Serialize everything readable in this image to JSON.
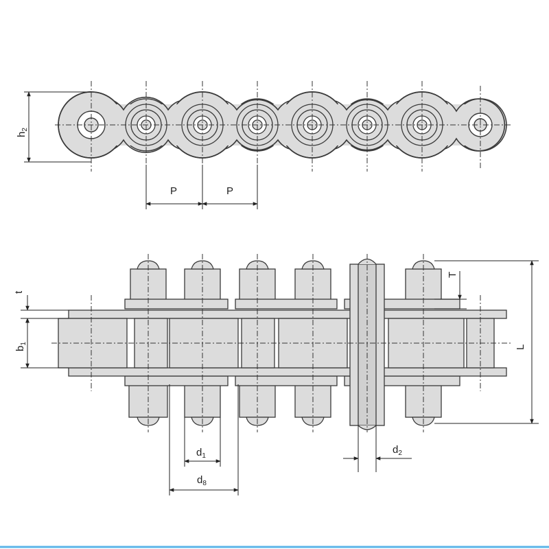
{
  "labels": {
    "h2": {
      "main": "h",
      "sub": "2"
    },
    "p1": "P",
    "p2": "P",
    "t": "t",
    "b1": {
      "main": "b",
      "sub": "1"
    },
    "T": "T",
    "L": "L",
    "d1": {
      "main": "d",
      "sub": "1"
    },
    "d8": {
      "main": "d",
      "sub": "8"
    },
    "d2": {
      "main": "d",
      "sub": "2"
    }
  },
  "colors": {
    "fill": "#dcdcdc",
    "stroke": "#3a3a3a",
    "accent_line": "#5ab4e8"
  }
}
